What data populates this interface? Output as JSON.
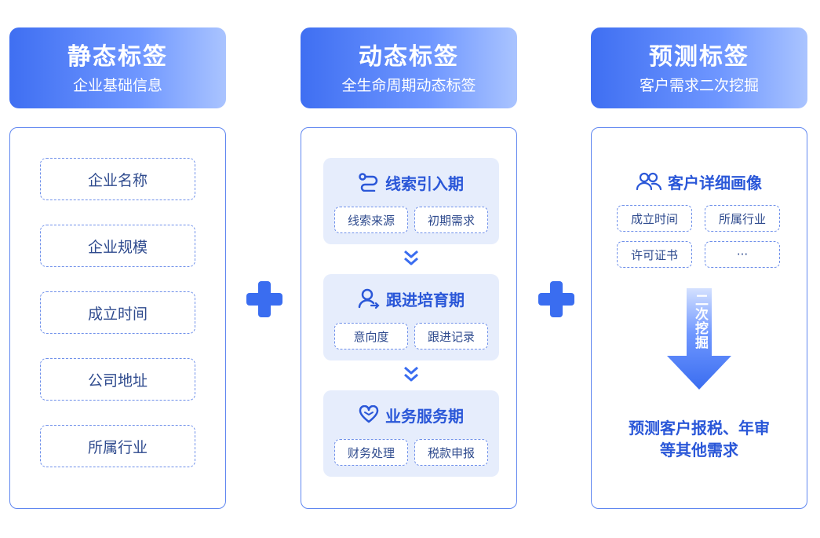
{
  "columns": [
    {
      "title": "静态标签",
      "subtitle": "企业基础信息"
    },
    {
      "title": "动态标签",
      "subtitle": "全生命周期动态标签"
    },
    {
      "title": "预测标签",
      "subtitle": "客户需求二次挖掘"
    }
  ],
  "static_items": [
    "企业名称",
    "企业规模",
    "成立时间",
    "公司地址",
    "所属行业"
  ],
  "stages": [
    {
      "name": "线索引入期",
      "icon": "route-icon",
      "tags": [
        "线索来源",
        "初期需求"
      ]
    },
    {
      "name": "跟进培育期",
      "icon": "user-arrow-icon",
      "tags": [
        "意向度",
        "跟进记录"
      ]
    },
    {
      "name": "业务服务期",
      "icon": "heart-icon",
      "tags": [
        "财务处理",
        "税款申报"
      ]
    }
  ],
  "profile": {
    "title": "客户详细画像",
    "icon": "users-icon",
    "tags": [
      "成立时间",
      "所属行业",
      "许可证书",
      "···"
    ]
  },
  "mining_label": "二次挖掘",
  "prediction": {
    "line1": "预测客户报税、年审",
    "line2": "等其他需求"
  },
  "colors": {
    "primary": "#3a6df0",
    "stage_bg": "#e6edfc",
    "border": "#5f86f0"
  }
}
